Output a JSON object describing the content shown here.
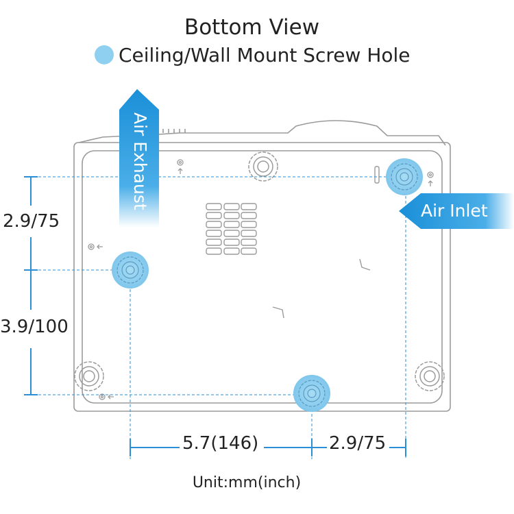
{
  "title": "Bottom View",
  "legend": {
    "label": "Ceiling/Wall Mount Screw Hole",
    "color": "#8fd0f0"
  },
  "arrows": {
    "exhaust": {
      "label": "Air Exhaust",
      "color": "#1a8fd8"
    },
    "inlet": {
      "label": "Air Inlet",
      "color": "#1a8fd8"
    }
  },
  "dimensions": {
    "left_top": "2.9/75",
    "left_bottom": "3.9/100",
    "bottom_left": "5.7(146)",
    "bottom_right": "2.9/75"
  },
  "unit_label": "Unit:mm(inch)",
  "colors": {
    "outline": "#9a9a9a",
    "dimension_line": "#2a8fd6",
    "hole": "#8fd0f0"
  }
}
